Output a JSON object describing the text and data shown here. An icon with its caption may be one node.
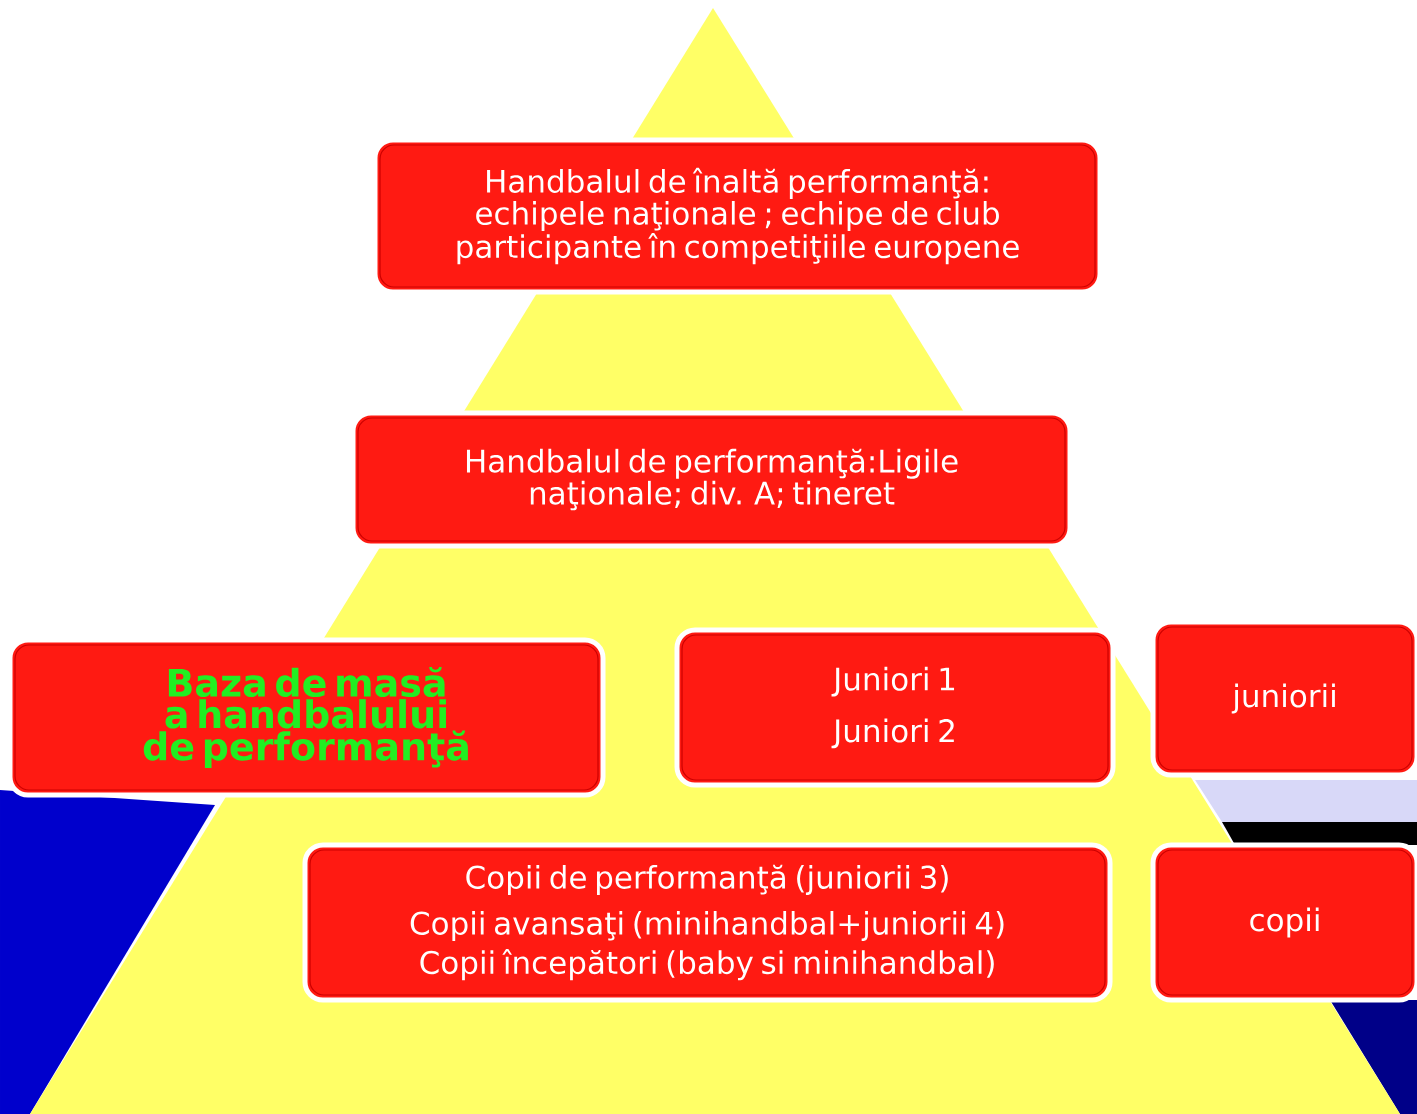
{
  "diagram": {
    "nodes": [
      {
        "text": [
          "Handbalul de înaltă performanţă: echipele naţionale ; echipe de club participante în competiţiile europene"
        ]
      },
      {
        "text": [
          "Handbalul de performanţă:Ligile naţionale; div. A; tineret"
        ]
      },
      {
        "text": [
          "Baza de masă a handbalului de performanţă"
        ]
      },
      {
        "text": [
          "Juniori 1",
          "Juniori 2"
        ]
      },
      {
        "text": [
          "juniorii"
        ]
      },
      {
        "text": [
          "Copii de performanţă (juniorii 3)",
          "Copii avansaţi (minihandbal+juniorii 4)",
          "Copii începători (baby si minihandbal)"
        ]
      },
      {
        "text": [
          "copii"
        ]
      }
    ]
  }
}
